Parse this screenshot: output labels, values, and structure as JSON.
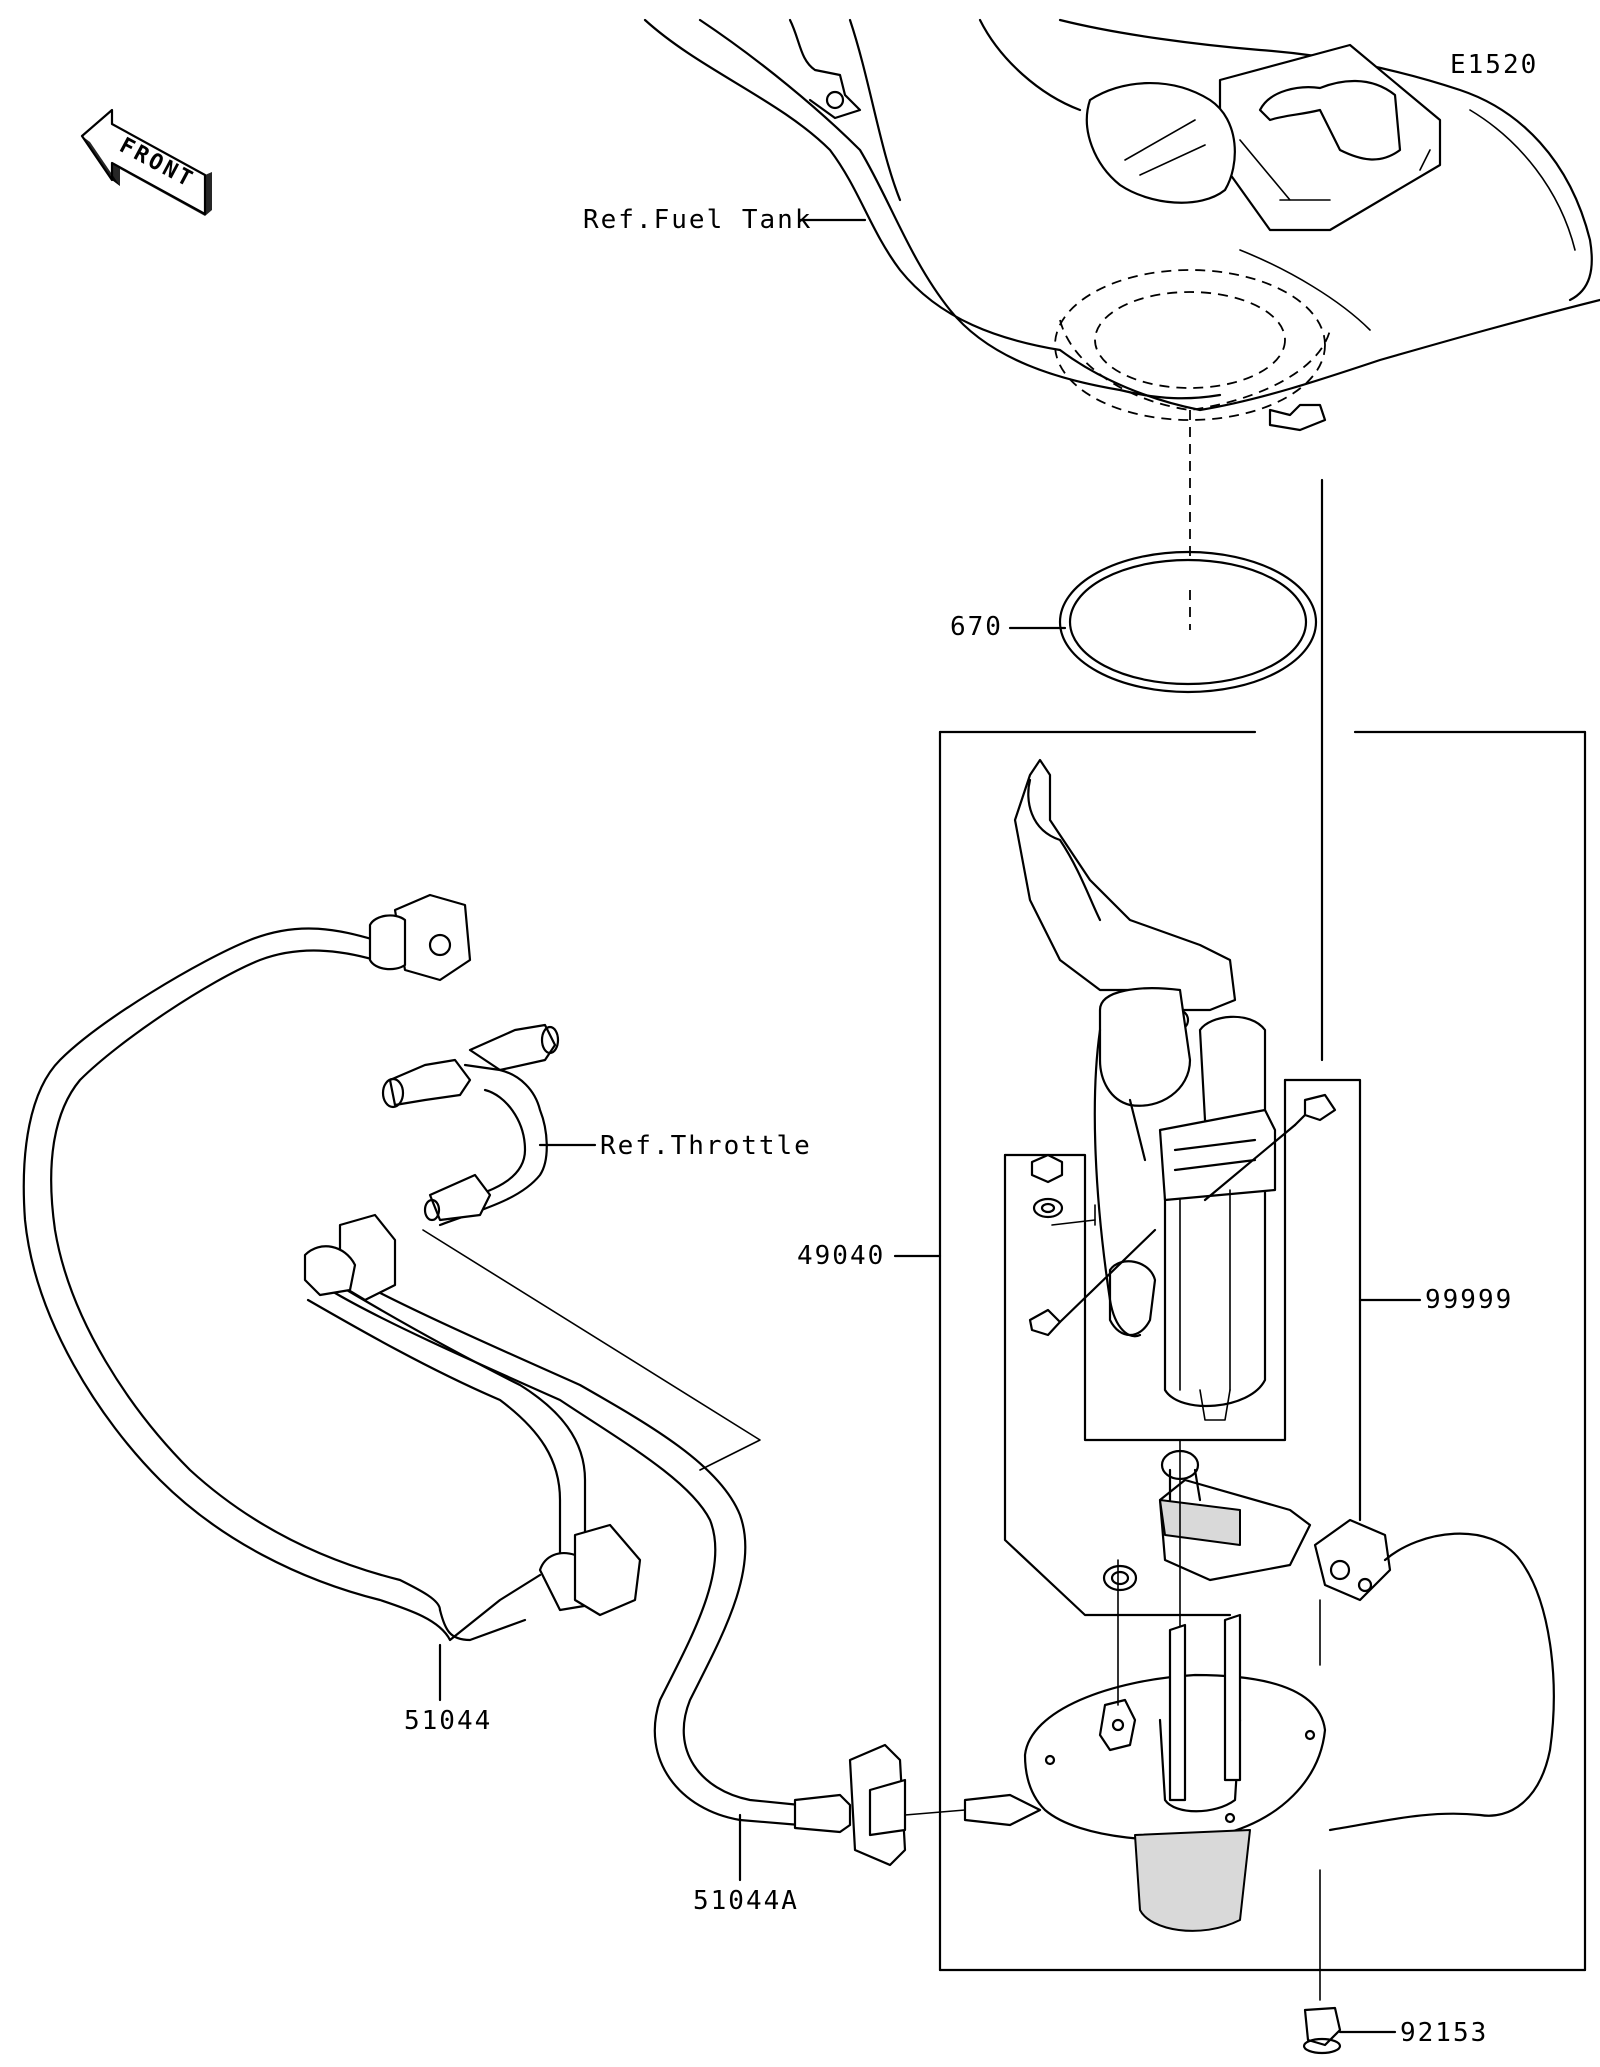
{
  "diagram": {
    "code": "E1520",
    "front_label": "FRONT",
    "colors": {
      "line": "#000000",
      "background": "#ffffff",
      "shade": "#d9d9d9"
    },
    "references": {
      "fuel_tank": "Ref.Fuel Tank",
      "throttle": "Ref.Throttle"
    },
    "parts": [
      {
        "id": "oring",
        "number": "670"
      },
      {
        "id": "pump",
        "number": "49040"
      },
      {
        "id": "kit",
        "number": "99999"
      },
      {
        "id": "hose_a",
        "number": "51044"
      },
      {
        "id": "hose_b",
        "number": "51044A"
      },
      {
        "id": "bolt",
        "number": "92153"
      }
    ]
  }
}
